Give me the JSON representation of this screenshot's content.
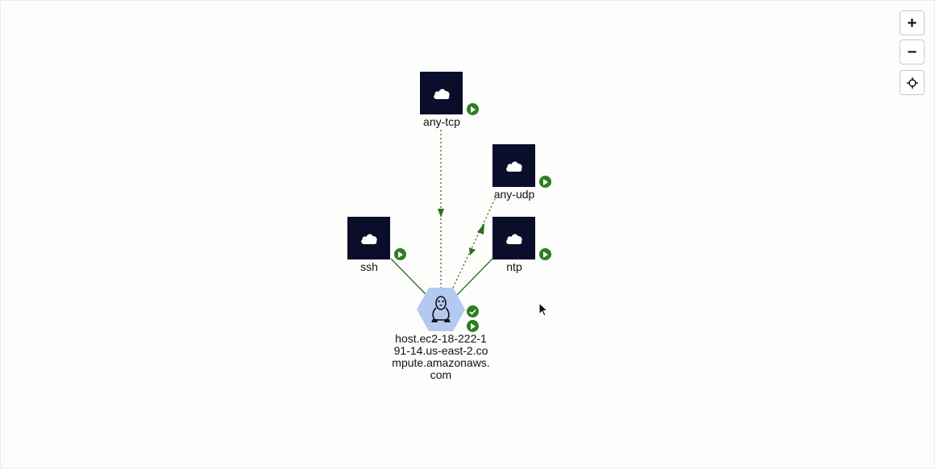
{
  "diagram": {
    "nodes": [
      {
        "id": "any-tcp",
        "label": "any-tcp",
        "icon": "cloud-icon",
        "badge": "play-icon"
      },
      {
        "id": "any-udp",
        "label": "any-udp",
        "icon": "cloud-icon",
        "badge": "play-icon"
      },
      {
        "id": "ssh",
        "label": "ssh",
        "icon": "cloud-icon",
        "badge": "play-icon"
      },
      {
        "id": "ntp",
        "label": "ntp",
        "icon": "cloud-icon",
        "badge": "play-icon"
      },
      {
        "id": "host",
        "label_lines": [
          "host.ec2-18-222-1",
          "91-14.us-east-2.co",
          "mpute.amazonaws.",
          "com"
        ],
        "icon": "linux-penguin-icon",
        "badges": [
          "check-icon",
          "play-icon"
        ]
      }
    ],
    "edges": [
      {
        "from": "host",
        "to": "ssh",
        "style": "solid"
      },
      {
        "from": "host",
        "to": "ntp",
        "style": "solid"
      },
      {
        "from": "any-tcp",
        "to": "host",
        "style": "dotted",
        "arrow": true
      },
      {
        "from": "host",
        "to": "any-udp",
        "style": "dotted",
        "arrow": true
      }
    ]
  },
  "controls": {
    "zoom_in": "+",
    "zoom_out": "−",
    "recenter_icon": "crosshair-icon"
  },
  "colors": {
    "node_fill": "#0b0e2b",
    "host_fill": "#b3c9ef",
    "edge": "#2e6b1f",
    "badge": "#2e7d22"
  }
}
